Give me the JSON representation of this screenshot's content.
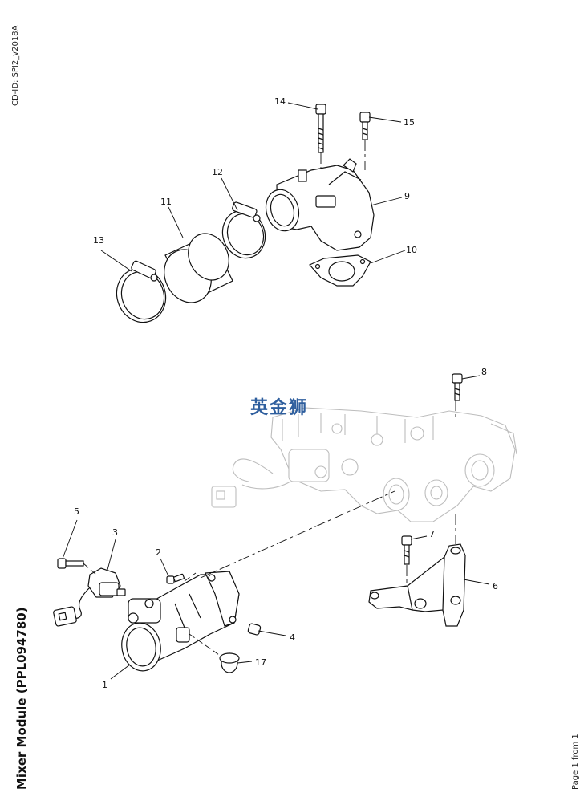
{
  "document": {
    "cd_id": "CD-ID: SPI2_v2018A",
    "title": "Mixer Module (PPL094780)",
    "page": "Page 1 from 1",
    "watermark": "英金狮"
  },
  "callouts": [
    "1",
    "2",
    "3",
    "4",
    "5",
    "6",
    "7",
    "8",
    "9",
    "10",
    "11",
    "12",
    "13",
    "14",
    "15",
    "17"
  ]
}
